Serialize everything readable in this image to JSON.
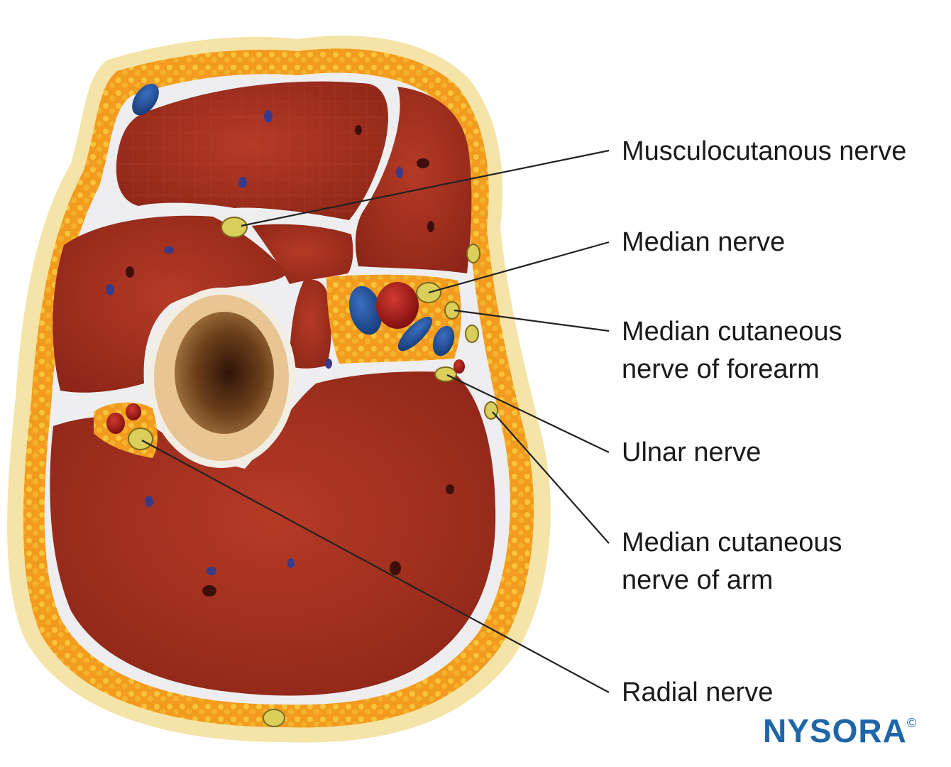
{
  "labels": {
    "musculocutaneous": "Musculocutanous nerve",
    "median": "Median nerve",
    "median_cutaneous_forearm_1": "Median cutaneous",
    "median_cutaneous_forearm_2": "nerve of forearm",
    "ulnar": "Ulnar nerve",
    "median_cutaneous_arm_1": "Median cutaneous",
    "median_cutaneous_arm_2": "nerve of arm",
    "radial": "Radial nerve"
  },
  "logo": {
    "text": "NYSORA",
    "mark": "©"
  },
  "colors": {
    "skin": "#f5e4a8",
    "fat": "#f29b1e",
    "fascia": "#eeeef0",
    "muscle": "#a83222",
    "bone_cortex": "#e8c593",
    "marrow": "#5a3418",
    "vein": "#1d4e9a",
    "artery": "#a51818",
    "nerve": "#d9cf5a",
    "leader": "#222222",
    "logo": "#1f66a8"
  }
}
